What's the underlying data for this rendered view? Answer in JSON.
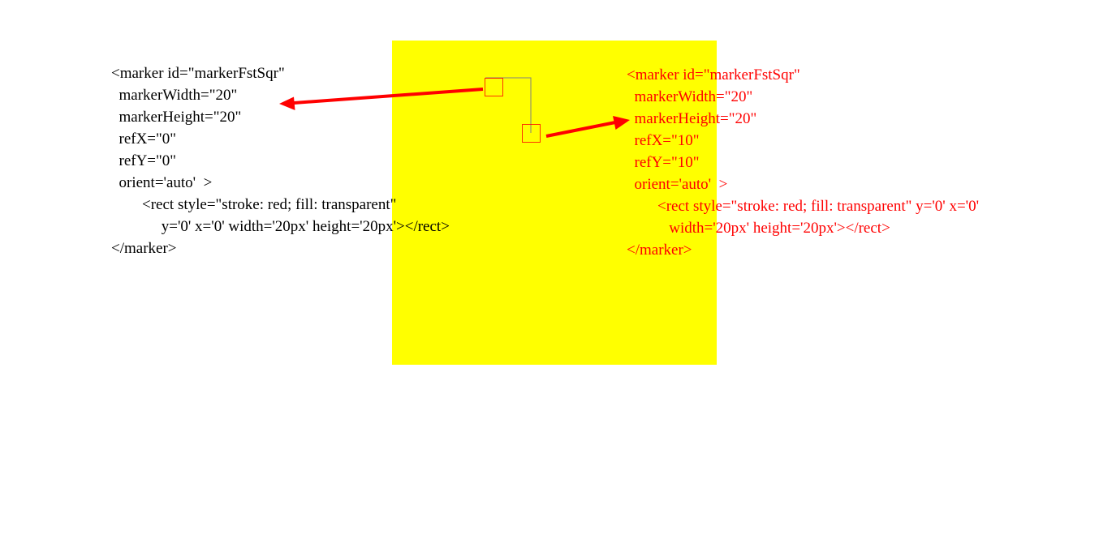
{
  "canvas": {
    "fill": "#ffff00"
  },
  "colors": {
    "arrow": "#ff0000",
    "path_stroke": "#808080",
    "marker_stroke": "#ff0000",
    "left_text": "#000000",
    "right_text": "#ff0000"
  },
  "left_code": {
    "lines": [
      "<marker id=\"markerFstSqr\"",
      "  markerWidth=\"20\"",
      "  markerHeight=\"20\"",
      "  refX=\"0\"",
      "  refY=\"0\"",
      "  orient='auto'  >",
      "        <rect style=\"stroke: red; fill: transparent\"",
      "             y='0' x='0' width='20px' height='20px'></rect>",
      "</marker>"
    ]
  },
  "right_code": {
    "lines": [
      "<marker id=\"markerFstSqr\"",
      "  markerWidth=\"20\"",
      "  markerHeight=\"20\"",
      "  refX=\"10\"",
      "  refY=\"10\"",
      "  orient='auto'  >",
      "        <rect style=\"stroke: red; fill: transparent\" y='0' x='0'",
      "           width='20px' height='20px'></rect>",
      "</marker>"
    ]
  },
  "icons": {
    "left_arrow": "arrow-left-icon",
    "right_arrow": "arrow-right-icon",
    "marker_square": "square-marker-icon"
  }
}
